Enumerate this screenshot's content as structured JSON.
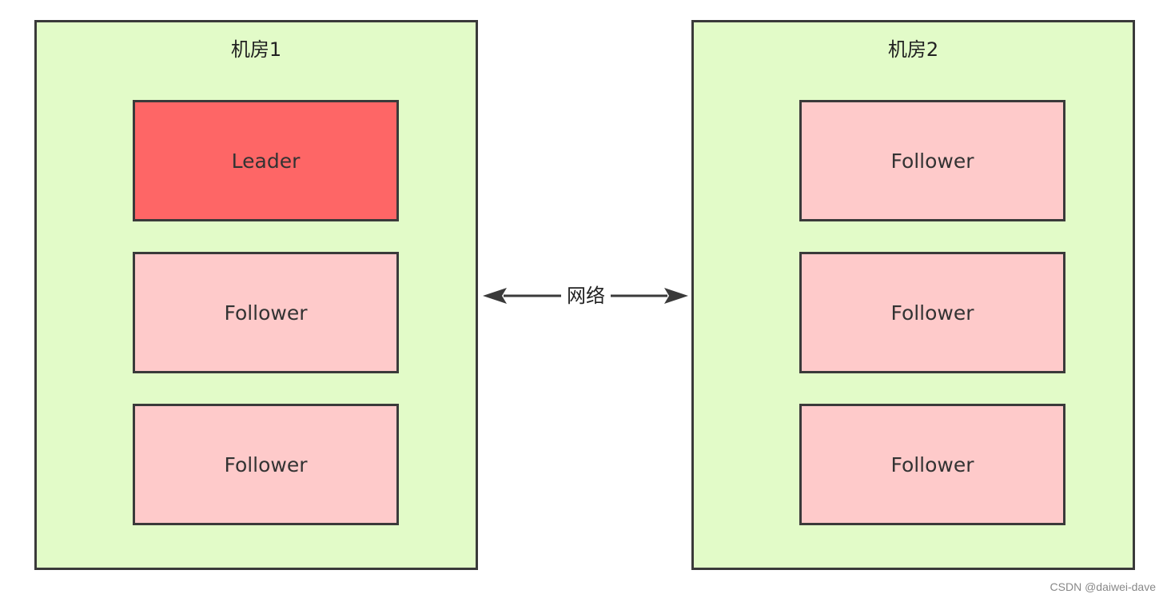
{
  "datacenters": [
    {
      "title": "机房1",
      "nodes": [
        {
          "label": "Leader",
          "role": "leader"
        },
        {
          "label": "Follower",
          "role": "follower"
        },
        {
          "label": "Follower",
          "role": "follower"
        }
      ]
    },
    {
      "title": "机房2",
      "nodes": [
        {
          "label": "Follower",
          "role": "follower"
        },
        {
          "label": "Follower",
          "role": "follower"
        },
        {
          "label": "Follower",
          "role": "follower"
        }
      ]
    }
  ],
  "link": {
    "label": "网络",
    "direction": "bidirectional"
  },
  "watermark": "CSDN @daiwei-dave",
  "colors": {
    "datacenter_fill": "#e2fbc8",
    "leader_fill": "#fe6666",
    "follower_fill": "#fecaca",
    "border": "#3a3a3a"
  }
}
